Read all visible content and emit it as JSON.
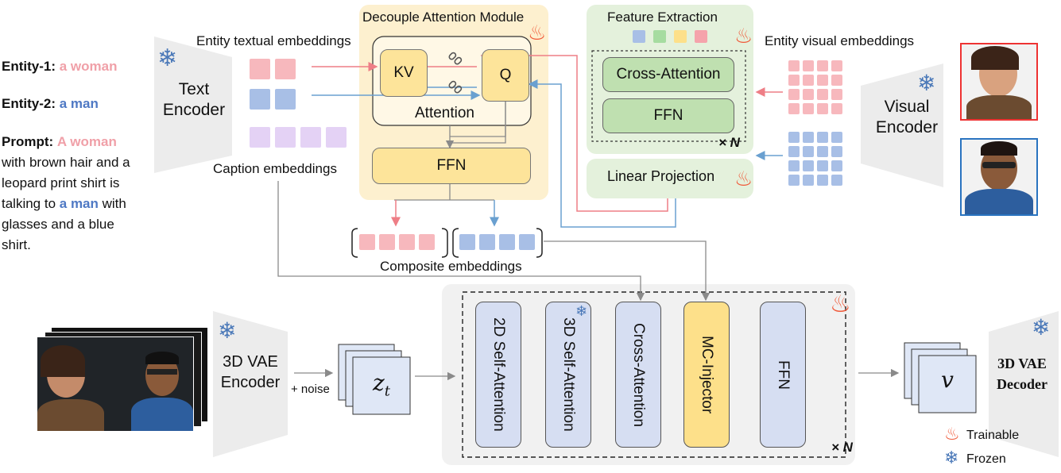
{
  "entities": {
    "entity1_label": "Entity-1:",
    "entity1_value": "a woman",
    "entity2_label": "Entity-2:",
    "entity2_value": "a man",
    "prompt_label": "Prompt:",
    "prompt_part1": "A woman",
    "prompt_part2": " with brown hair and a leopard print shirt is talking to ",
    "prompt_part3": "a man",
    "prompt_part4": " with glasses and a blue shirt."
  },
  "text_encoder": {
    "label_line1": "Text",
    "label_line2": "Encoder"
  },
  "visual_encoder": {
    "label_line1": "Visual",
    "label_line2": "Encoder"
  },
  "vae_encoder": {
    "label_line1": "3D VAE",
    "label_line2": "Encoder"
  },
  "vae_decoder": {
    "label_line1": "3D VAE",
    "label_line2": "Decoder"
  },
  "labels": {
    "entity_textual": "Entity textual embeddings",
    "caption": "Caption embeddings",
    "entity_visual": "Entity visual embeddings",
    "composite": "Composite embeddings",
    "noise": "+ noise"
  },
  "decouple": {
    "title": "Decouple Attention Module",
    "kv": "KV",
    "q": "Q",
    "attention": "Attention",
    "ffn": "FFN"
  },
  "feature": {
    "title": "Feature Extraction",
    "cross_attention": "Cross-Attention",
    "ffn": "FFN",
    "times_n": "× N"
  },
  "linear_projection": "Linear Projection",
  "dit": {
    "blocks": [
      "2D Self-Attention",
      "3D Self-Attention",
      "Cross-Attention",
      "MC-Injector",
      "FFN"
    ],
    "times_n": "× N"
  },
  "latents": {
    "zt": "z",
    "zt_sub": "t",
    "v": "v"
  },
  "legend": {
    "trainable": "Trainable",
    "frozen": "Frozen"
  },
  "colors": {
    "pink": "#f0a0a8",
    "blue": "#4f79c4",
    "yellow_panel": "#fdf0cf",
    "green_panel": "#e4f1dc",
    "flame": "#f05a3a",
    "snow": "#4a78b8"
  }
}
